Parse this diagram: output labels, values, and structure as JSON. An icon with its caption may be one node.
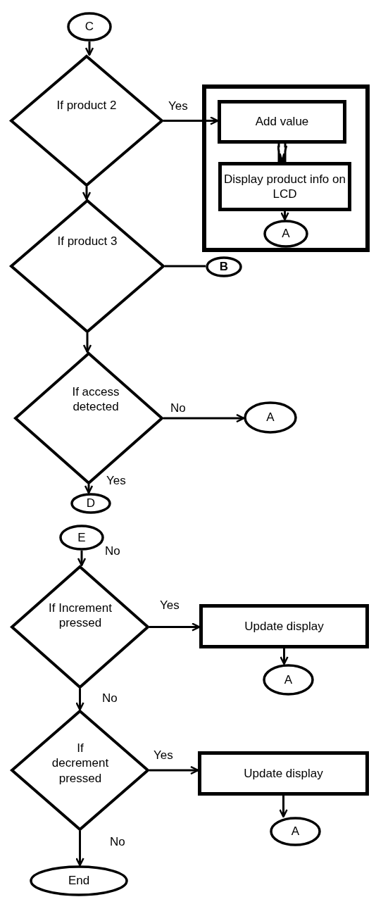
{
  "diagram": {
    "nodes": [
      {
        "text": [
          "C"
        ]
      },
      {
        "text": [
          "If product 2"
        ]
      },
      {
        "text": [],
        "shape": "box"
      },
      {
        "text": [
          "Add value"
        ],
        "in": 2
      },
      {
        "text": [
          "Display product info on LCD"
        ],
        "in": 2
      },
      {
        "text": [
          "A"
        ],
        "in": 2
      },
      {
        "text": [
          "If product 3"
        ]
      },
      {
        "text": [
          "B"
        ]
      },
      {
        "text": [
          "If access detected"
        ]
      },
      {
        "text": [
          "A"
        ]
      },
      {
        "text": [
          "D"
        ]
      },
      {
        "text": [
          "E"
        ]
      },
      {
        "text": [
          "If Increment pressed"
        ]
      },
      {
        "text": [
          "Update display"
        ]
      },
      {
        "text": [
          "A"
        ]
      },
      {
        "text": [
          "If decrement pressed"
        ]
      },
      {
        "text": [
          "Update display"
        ]
      },
      {
        "text": [
          "A"
        ]
      },
      {
        "text": [
          "End"
        ]
      }
    ],
    "edges": [
      {
        "from": 0,
        "to": 1,
        "arrow": "to"
      },
      {
        "from": 1,
        "to": 3,
        "arrow": "to",
        "label": "Yes"
      },
      {
        "from": 3,
        "to": 4,
        "arrow": "to",
        "style": "thick"
      },
      {
        "from": 4,
        "to": 5,
        "arrow": "to"
      },
      {
        "from": 1,
        "to": 6,
        "arrow": "to"
      },
      {
        "from": 6,
        "to": 7,
        "arrow": "none"
      },
      {
        "from": 6,
        "to": 8,
        "arrow": "to"
      },
      {
        "from": 8,
        "to": 9,
        "arrow": "to",
        "label": "No"
      },
      {
        "from": 8,
        "to": 10,
        "arrow": "to",
        "label": "Yes"
      },
      {
        "from": 11,
        "to": 12,
        "arrow": "to",
        "label": "No"
      },
      {
        "from": 12,
        "to": 13,
        "arrow": "to",
        "label": "Yes"
      },
      {
        "from": 13,
        "to": 14,
        "arrow": "to"
      },
      {
        "from": 12,
        "to": 15,
        "arrow": "to",
        "label": "No"
      },
      {
        "from": 15,
        "to": 16,
        "arrow": "to",
        "label": "Yes"
      },
      {
        "from": 16,
        "to": 17,
        "arrow": "to"
      },
      {
        "from": 15,
        "to": 18,
        "arrow": "to",
        "label": "No"
      }
    ]
  }
}
